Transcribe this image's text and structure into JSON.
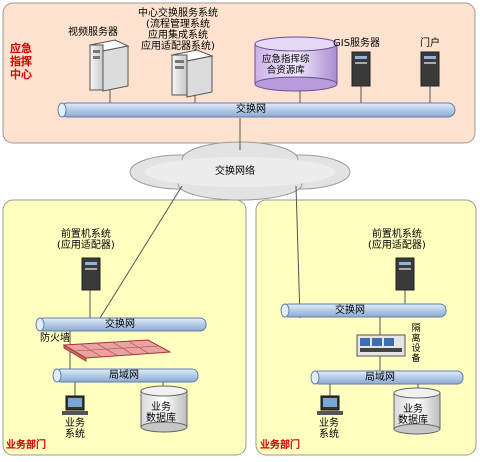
{
  "center": {
    "label": "应急\n指挥\n中心",
    "video_server": "视频服务器",
    "exchange_system": "中心交换服务系统\n(流程管理系统\n应用集成系统\n应用适配器系统)",
    "database": "应急指挥综\n合资源库",
    "gis_server": "GIS服务器",
    "portal": "门户",
    "bus_label": "交换网"
  },
  "cloud_label": "交换网络",
  "left_dept": {
    "frontend": "前置机系统\n(应用适配器)",
    "exchange_bus": "交换网",
    "firewall": "防火墙",
    "lan_bus": "局域网",
    "business_system": "业务\n系统",
    "business_db": "业务\n数据库",
    "label": "业务部门"
  },
  "right_dept": {
    "frontend": "前置机系统\n(应用适配器)",
    "exchange_bus": "交换网",
    "isolation_device": "隔离设备",
    "lan_bus": "局域网",
    "business_system": "业务\n系统",
    "business_db": "业务\n数据库",
    "label": "业务部门"
  },
  "colors": {
    "center_panel": "#fde3cf",
    "dept_panel": "#ffffc0",
    "bus": "#c6d9f1",
    "label_red": "#d40000"
  }
}
